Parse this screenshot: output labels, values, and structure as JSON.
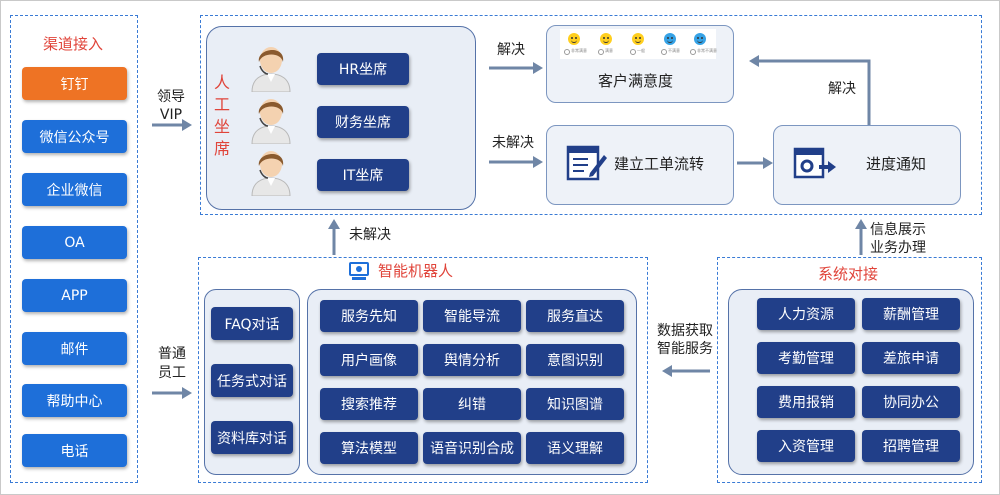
{
  "channels": {
    "title": "渠道接入",
    "items": [
      "钉钉",
      "微信公众号",
      "企业微信",
      "OA",
      "APP",
      "邮件",
      "帮助中心",
      "电话"
    ],
    "highlight_color": "#ee7324",
    "item_color": "#1e6fd9"
  },
  "human_agents": {
    "title": "人工坐席",
    "seats": [
      "HR坐席",
      "财务坐席",
      "IT坐席"
    ],
    "icon": "agent-avatar-icon"
  },
  "leader_vip": "领导VIP",
  "ordinary_staff": "普通员工",
  "resolved": "解决",
  "unresolved": "未解决",
  "satisfaction": {
    "title": "客户满意度",
    "faces": [
      "非常满意",
      "满意",
      "一般",
      "不满意",
      "非常不满意"
    ]
  },
  "work_order": "建立工单流转",
  "progress": "进度通知",
  "resolved_back": "解决",
  "info_display": "信息展示",
  "business_handle": "业务办理",
  "robot": {
    "title": "智能机器人",
    "dialogs": [
      "FAQ对话",
      "任务式对话",
      "资料库对话"
    ],
    "capabilities": [
      "服务先知",
      "智能导流",
      "服务直达",
      "用户画像",
      "舆情分析",
      "意图识别",
      "搜索推荐",
      "纠错",
      "知识图谱",
      "算法模型",
      "语音识别合成",
      "语义理解"
    ]
  },
  "data_fetch": "数据获取",
  "smart_service": "智能服务",
  "systems": {
    "title": "系统对接",
    "items": [
      "人力资源",
      "薪酬管理",
      "考勤管理",
      "差旅申请",
      "费用报销",
      "协同办公",
      "入资管理",
      "招聘管理"
    ]
  }
}
